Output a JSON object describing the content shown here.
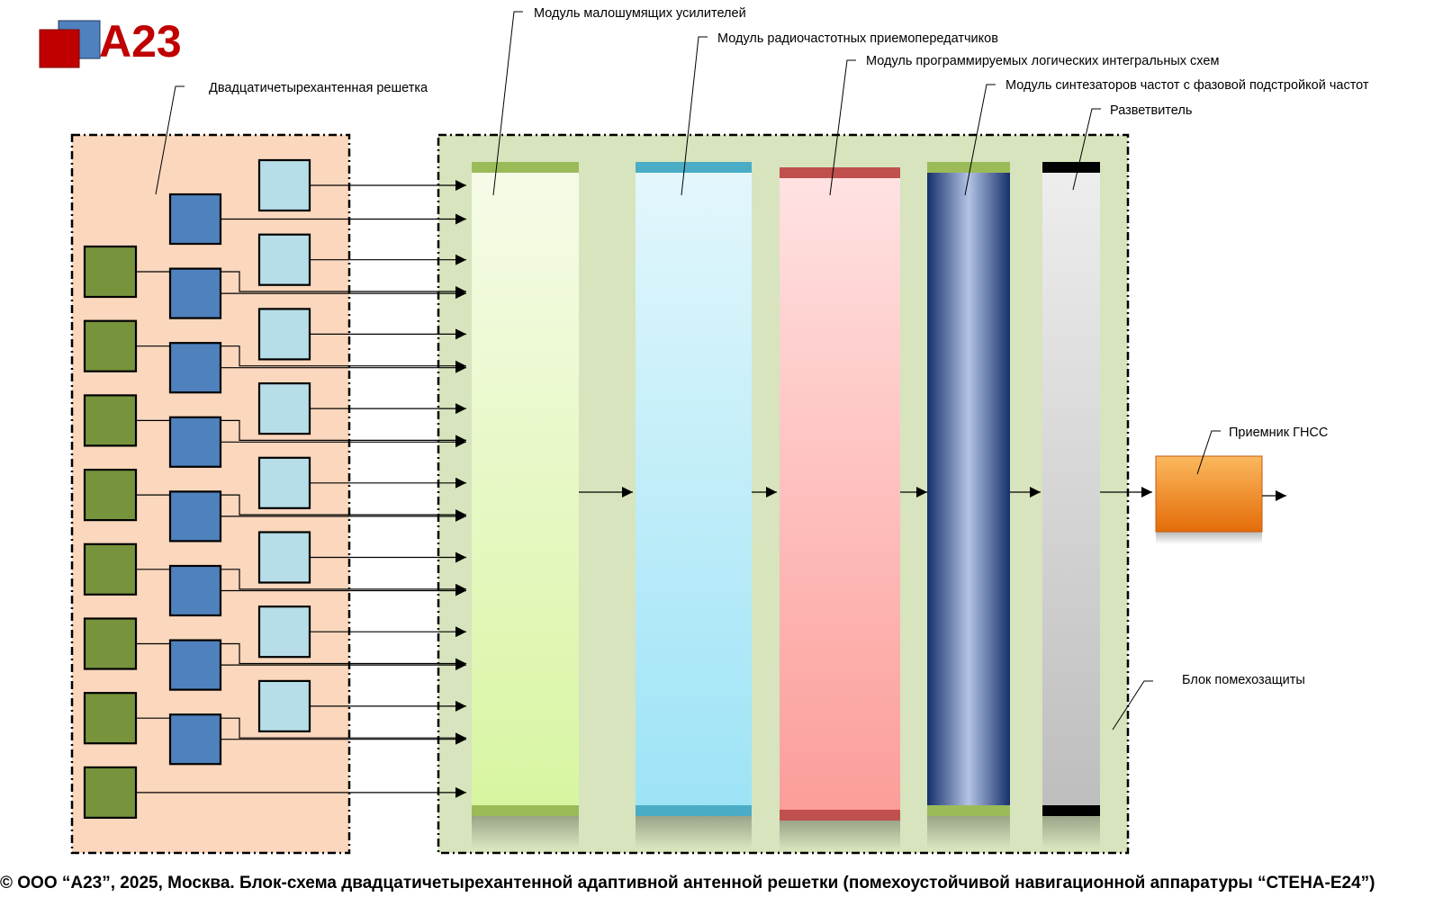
{
  "logo": {
    "text": "A23"
  },
  "labels": {
    "lna": "Модуль малошумящих усилителей",
    "rf": "Модуль радиочастотных приемопередатчиков",
    "fpga": "Модуль программируемых логических интегральных схем",
    "pll": "Модуль синтезаторов частот с фазовой подстройкой частот",
    "splitter": "Разветвитель",
    "antenna": "Двадцатичетырехантенная решетка",
    "receiver": "Приемник ГНСС",
    "block": "Блок помехозащиты"
  },
  "footer": "© ООО “А23”, 2025, Москва. Блок-схема двадцатичетырехантенной адаптивной антенной решетки (помехоустойчивой навигационной аппаратуры “СТЕНА-Е24”)",
  "colors": {
    "antenna_bg": "#fad7bd",
    "block_bg": "#d7e4bd",
    "element_green": "#77933c",
    "element_blue": "#4f81bd",
    "element_lightblue": "#b7dee8",
    "logo_red": "#c00000",
    "receiver": "#f79646"
  },
  "antenna_elements": {
    "count": 24,
    "kinds": [
      "green",
      "blue",
      "lightblue"
    ]
  }
}
